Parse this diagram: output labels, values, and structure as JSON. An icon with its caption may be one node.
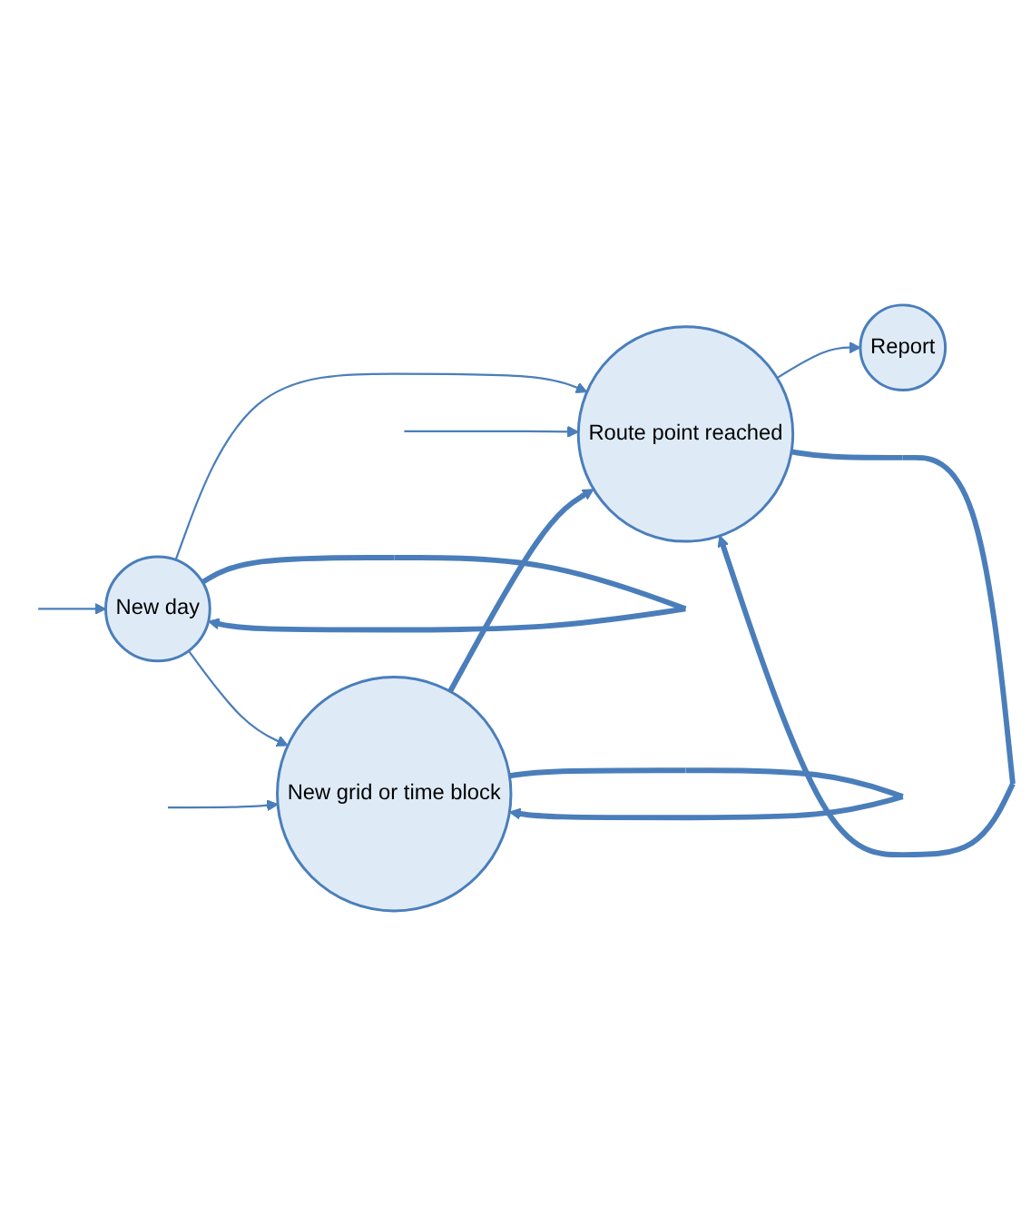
{
  "diagram": {
    "nodes": [
      {
        "text": [
          "New day"
        ]
      },
      {
        "text": [
          "Route point reached"
        ]
      },
      {
        "text": [
          "New grid or time block"
        ]
      },
      {
        "text": [
          "Report"
        ]
      }
    ],
    "edges": [
      {
        "from": 0,
        "to": 0,
        "arrow": "to",
        "style": "thick"
      },
      {
        "from": null,
        "to": 0,
        "arrow": "to"
      },
      {
        "from": 0,
        "to": 1,
        "arrow": "to"
      },
      {
        "from": 0,
        "to": 2,
        "arrow": "to"
      },
      {
        "from": 1,
        "to": 1,
        "arrow": "to",
        "style": "thick"
      },
      {
        "from": null,
        "to": 1,
        "arrow": "to"
      },
      {
        "from": 1,
        "to": 3,
        "arrow": "to"
      },
      {
        "from": 2,
        "to": 1,
        "arrow": "to",
        "style": "thick"
      },
      {
        "from": 2,
        "to": 2,
        "arrow": "to",
        "style": "thick"
      },
      {
        "from": null,
        "to": 2,
        "arrow": "to"
      }
    ]
  }
}
